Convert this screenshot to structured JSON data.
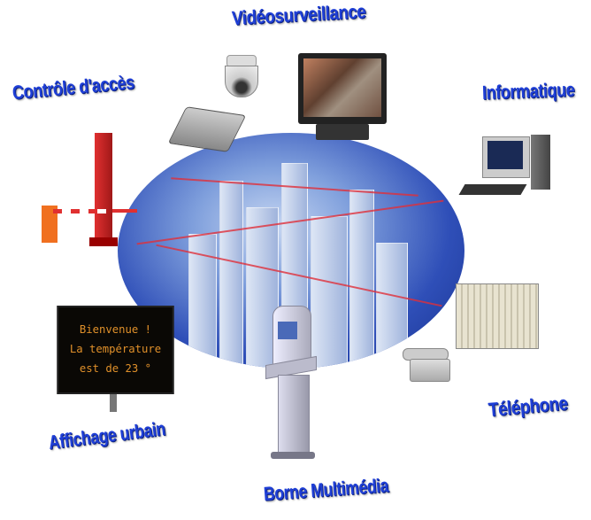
{
  "labels": {
    "video": "Vidéosurveillance",
    "access": "Contrôle d'accès",
    "it": "Informatique",
    "phone": "Téléphone",
    "signage": "Affichage urbain",
    "kiosk": "Borne Multimédia"
  },
  "sign": {
    "line1": "Bienvenue !",
    "line2": "La température",
    "line3": "est de 23 °"
  },
  "colors": {
    "label": "#1f3fd6",
    "sign_text": "#e0902a",
    "barrier_red": "#c8202a"
  }
}
